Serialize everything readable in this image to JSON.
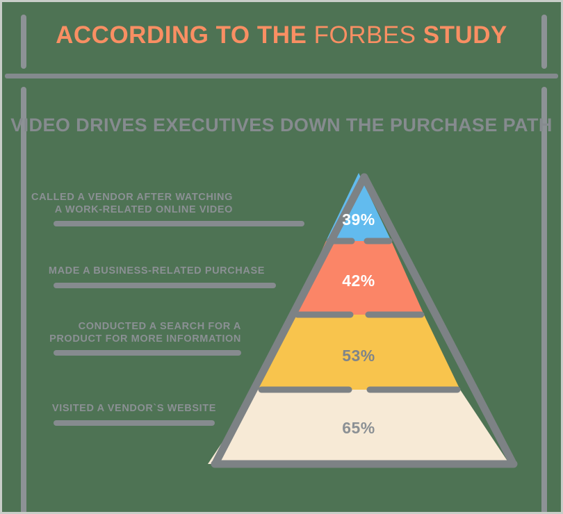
{
  "headline": {
    "part1": "ACCORDING TO THE ",
    "part2": "FORBES ",
    "part3": "STUDY"
  },
  "subtitle": "VIDEO DRIVES EXECUTIVES DOWN THE PURCHASE PATH",
  "colors": {
    "background": "#4e7354",
    "accent_orange": "#f98f63",
    "gray": "#868b8f",
    "tier_blue": "#62bbee",
    "tier_coral": "#fb8567",
    "tier_yellow": "#f8c council",
    "tier_cream": "#f7ead6"
  },
  "chart_data": {
    "type": "pie",
    "title": "VIDEO DRIVES EXECUTIVES DOWN THE PURCHASE PATH",
    "shape": "pyramid",
    "categories": [
      "CALLED A VENDOR AFTER WATCHING A WORK-RELATED ONLINE VIDEO",
      "MADE A BUSINESS-RELATED PURCHASE",
      "CONDUCTED A SEARCH FOR A PRODUCT FOR MORE INFORMATION",
      "VISITED A VENDOR`S WEBSITE"
    ],
    "values": [
      39,
      42,
      53,
      65
    ],
    "value_labels": [
      "39%",
      "42%",
      "53%",
      "65%"
    ],
    "unit": "%",
    "xlabel": "",
    "ylabel": "",
    "legend": "none",
    "grid": false
  },
  "tiers": [
    {
      "label_line1": "CALLED A VENDOR AFTER WATCHING",
      "label_line2": "A WORK-RELATED ONLINE VIDEO",
      "value": "39%",
      "fill": "#62bbee",
      "text_color": "#ffffff"
    },
    {
      "label_line1": "MADE A BUSINESS-RELATED PURCHASE",
      "label_line2": "",
      "value": "42%",
      "fill": "#fb8567",
      "text_color": "#ffffff"
    },
    {
      "label_line1": "CONDUCTED A SEARCH FOR A",
      "label_line2": "PRODUCT FOR MORE INFORMATION",
      "value": "53%",
      "fill": "#f8c44d",
      "text_color": "#7e848a"
    },
    {
      "label_line1": "VISITED A VENDOR`S WEBSITE",
      "label_line2": "",
      "value": "65%",
      "fill": "#f7ead6",
      "text_color": "#8b9094"
    }
  ]
}
